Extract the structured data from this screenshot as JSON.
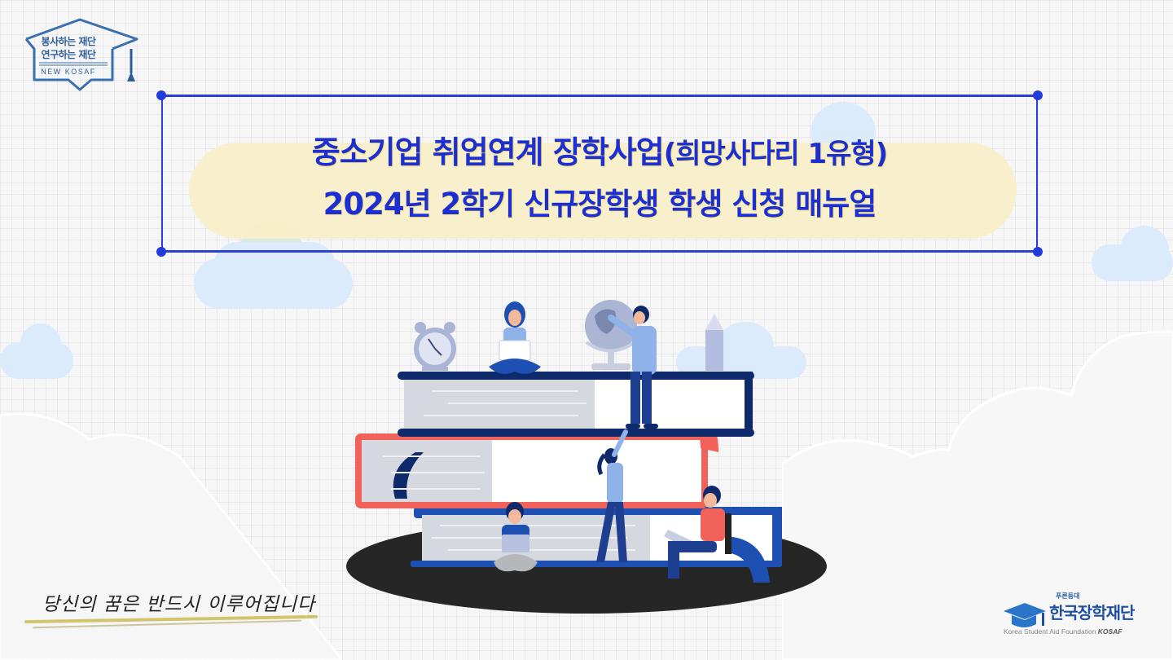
{
  "logo": {
    "line1": "봉사하는 재단",
    "line2": "연구하는 재단",
    "english": "NEW KOSAF"
  },
  "title": {
    "line1_main": "중소기업 취업연계 장학사업",
    "line1_paren": "(희망사다리 1유형)",
    "line2": "2024년 2학기 신규장학생 학생 신청 매뉴얼"
  },
  "slogan": "당신의 꿈은 반드시 이루어집니다",
  "footer_logo": {
    "tagline": "푸른등대",
    "name": "한국장학재단",
    "english": "Korea Student Aid Foundation",
    "abbr": "KOSAF"
  },
  "illustration": {
    "description": "students-on-book-stack",
    "elements": [
      "alarm-clock",
      "globe",
      "pencil",
      "laptop",
      "stacked-books"
    ]
  },
  "colors": {
    "title_blue": "#1a2fd6",
    "frame_blue": "#2a3ed8",
    "highlight_yellow": "#f7efc8",
    "book_navy": "#0f2a6b",
    "book_coral": "#f0625a",
    "book_blue": "#1e4fb3",
    "cloud_blue": "#dcebfb"
  }
}
